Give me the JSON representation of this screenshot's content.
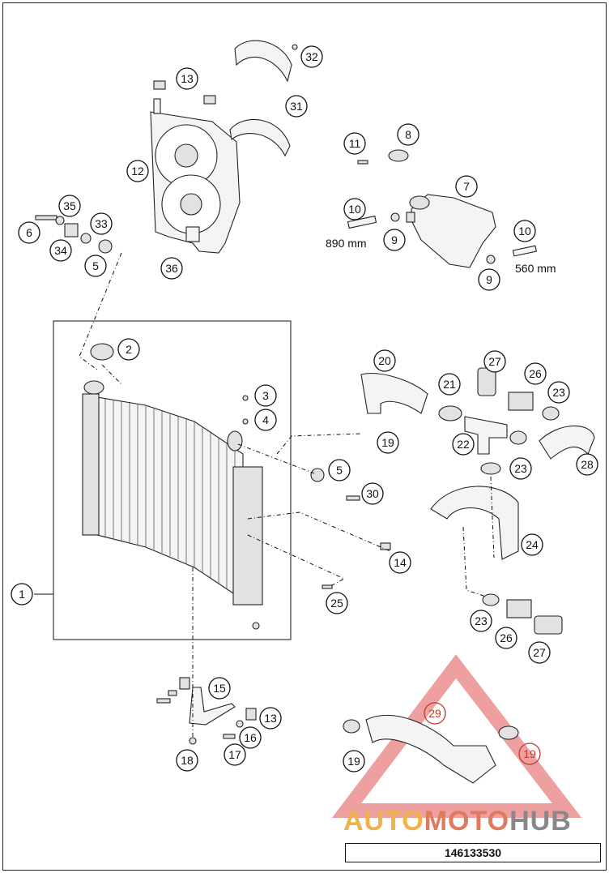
{
  "diagram": {
    "document_number": "146133530",
    "watermark": {
      "parts": [
        "AUTO",
        "MOTO",
        "HUB"
      ],
      "colors": [
        "#f0b34a",
        "#e07a5f",
        "#888888"
      ]
    },
    "dimensions": [
      "890 mm",
      "560 mm"
    ],
    "callouts": [
      "1",
      "2",
      "3",
      "4",
      "5",
      "5",
      "6",
      "7",
      "8",
      "9",
      "9",
      "10",
      "10",
      "11",
      "12",
      "13",
      "13",
      "14",
      "15",
      "16",
      "17",
      "18",
      "19",
      "19",
      "19",
      "20",
      "21",
      "22",
      "23",
      "23",
      "23",
      "24",
      "25",
      "26",
      "26",
      "27",
      "27",
      "28",
      "29",
      "30",
      "31",
      "32",
      "33",
      "34",
      "35",
      "36"
    ],
    "callout_colors": {
      "default": "#111111",
      "watermarked": "#c0392b"
    }
  }
}
